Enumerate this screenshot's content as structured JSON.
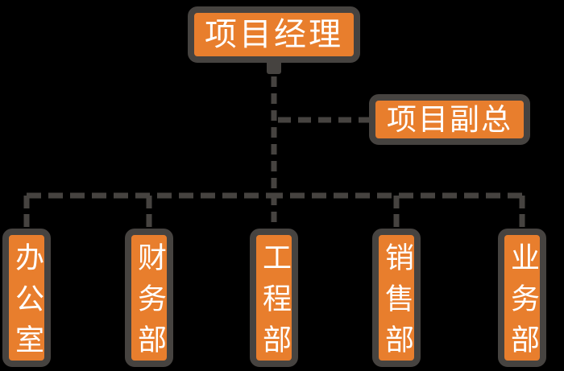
{
  "diagram": {
    "type": "org-chart",
    "background_color": "#000000",
    "node_fill_color": "#E87E2D",
    "node_border_color": "#464340",
    "connector_color": "#464340",
    "connector_style": "dashed",
    "text_color": "#FFFFFF",
    "root": {
      "label": "项目经理"
    },
    "assistant": {
      "label": "项目副总"
    },
    "departments": [
      {
        "label": "办公室"
      },
      {
        "label": "财务部"
      },
      {
        "label": "工程部"
      },
      {
        "label": "销售部"
      },
      {
        "label": "业务部"
      }
    ],
    "edges": [
      {
        "from": "项目经理",
        "to": "项目副总",
        "style": "dashed"
      },
      {
        "from": "项目经理",
        "to": "办公室",
        "style": "dashed"
      },
      {
        "from": "项目经理",
        "to": "财务部",
        "style": "dashed"
      },
      {
        "from": "项目经理",
        "to": "工程部",
        "style": "dashed"
      },
      {
        "from": "项目经理",
        "to": "销售部",
        "style": "dashed"
      },
      {
        "from": "项目经理",
        "to": "业务部",
        "style": "dashed"
      }
    ]
  }
}
